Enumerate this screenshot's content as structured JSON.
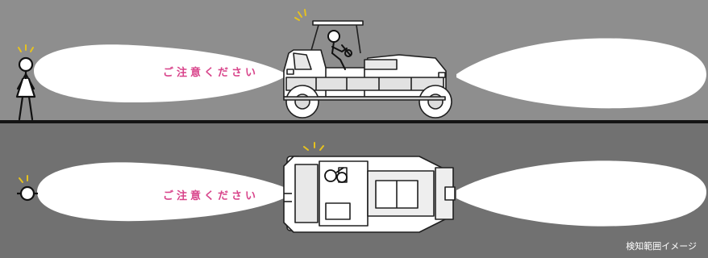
{
  "top_view": {
    "warning_label": "ご注意ください"
  },
  "bottom_view": {
    "warning_label": "ご注意ください"
  },
  "caption": "検知範囲イメージ",
  "icons": {
    "pedestrian": "stick-figure-person-icon",
    "alert": "alert-spark-icon",
    "vehicle_side": "utility-vehicle-side-icon",
    "vehicle_top": "utility-vehicle-top-icon"
  },
  "colors": {
    "top_background": "#8e8e8e",
    "bottom_background": "#717171",
    "divider": "#141414",
    "detection_zone": "#ffffff",
    "warning_text": "#d8438a",
    "alert_spark": "#e6c21f",
    "caption_text": "#ffffff"
  }
}
